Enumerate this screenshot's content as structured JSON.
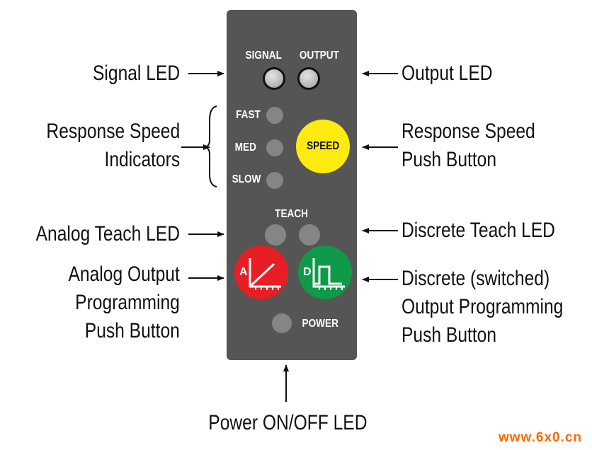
{
  "panel": {
    "signal_label": "SIGNAL",
    "output_label": "OUTPUT",
    "fast_label": "FAST",
    "med_label": "MED",
    "slow_label": "SLOW",
    "speed_button_label": "SPEED",
    "teach_label": "TEACH",
    "analog_button_letter": "A",
    "discrete_button_letter": "D",
    "power_label": "POWER"
  },
  "callouts": {
    "signal_led": "Signal LED",
    "response_speed_indicators": [
      "Response Speed",
      "Indicators"
    ],
    "analog_teach_led": "Analog Teach LED",
    "analog_output_button": [
      "Analog Output",
      "Programming",
      "Push Button"
    ],
    "output_led": "Output LED",
    "response_speed_button": [
      "Response Speed",
      "Push Button"
    ],
    "discrete_teach_led": "Discrete Teach LED",
    "discrete_output_button": [
      "Discrete (switched)",
      "Output Programming",
      "Push Button"
    ],
    "power_led": "Power ON/OFF LED"
  },
  "colors": {
    "panel": "#555555",
    "speed_button": "#ffeb0f",
    "analog_button": "#e81e25",
    "discrete_button": "#0e9a48",
    "watermark": "#ff6a00"
  },
  "watermark": "www.6x0.cn"
}
